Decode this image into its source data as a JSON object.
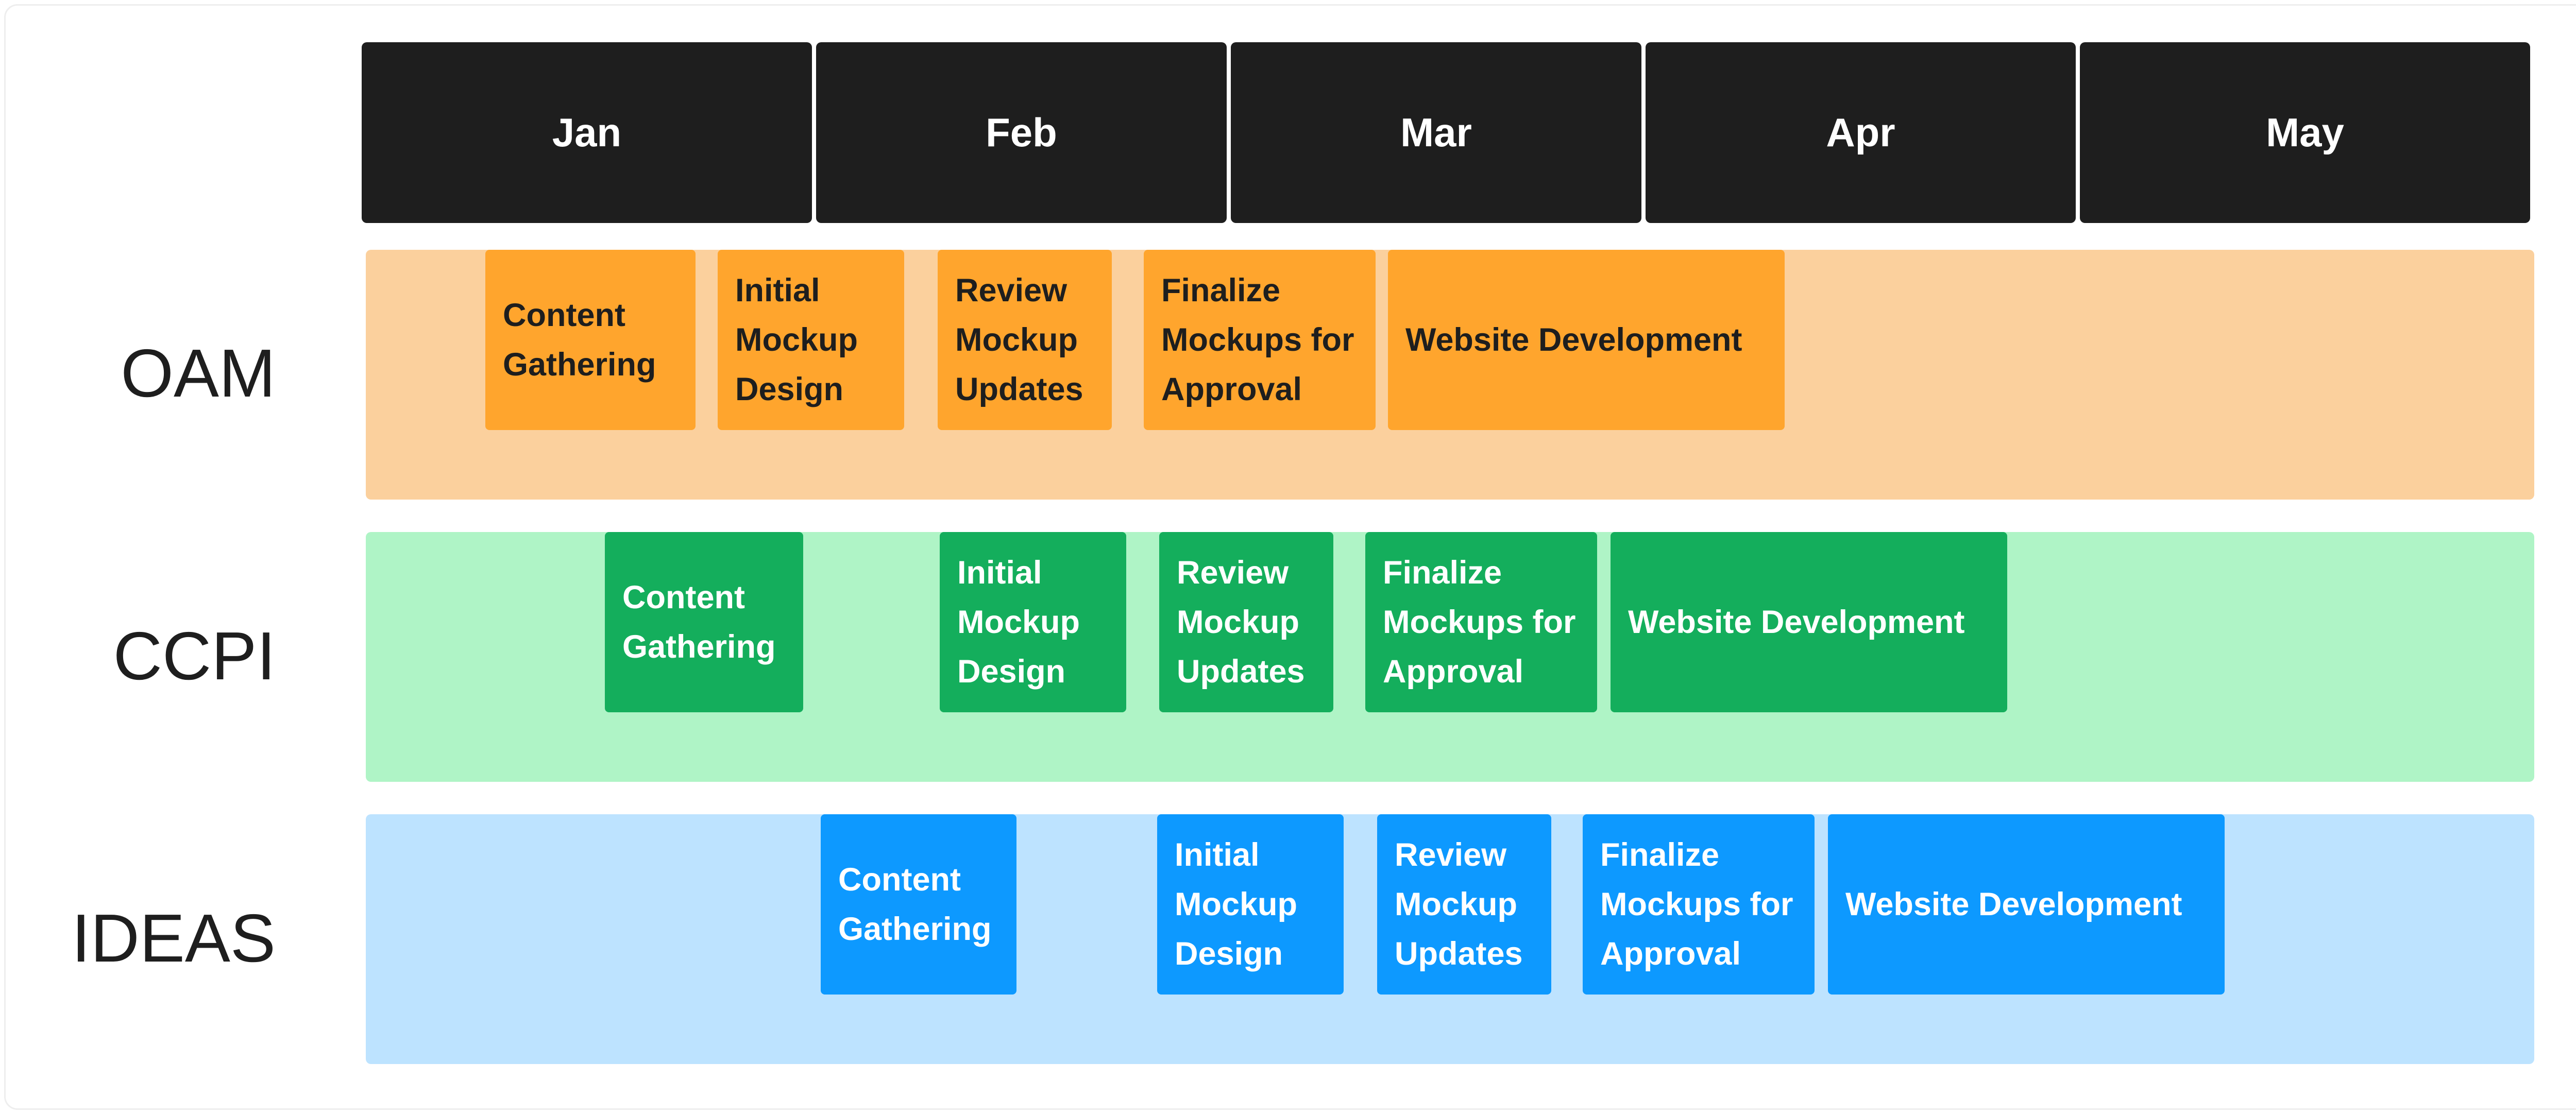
{
  "months": [
    "Jan",
    "Feb",
    "Mar",
    "Apr",
    "May"
  ],
  "lanes": [
    {
      "label": "OAM",
      "color": "#fbd09d",
      "task_color": "#ffa52d",
      "text_color": "#1e1e1e",
      "tasks": [
        "Content\nGathering",
        "Initial\nMockup\nDesign",
        "Review\nMockup\nUpdates",
        "Finalize\nMockups for\nApproval",
        "Website Development"
      ]
    },
    {
      "label": "CCPI",
      "color": "#aff4c6",
      "task_color": "#14ae5c",
      "text_color": "#ffffff",
      "tasks": [
        "Content\nGathering",
        "Initial\nMockup\nDesign",
        "Review\nMockup\nUpdates",
        "Finalize\nMockups for\nApproval",
        "Website Development"
      ]
    },
    {
      "label": "IDEAS",
      "color": "#bde3ff",
      "task_color": "#0d99ff",
      "text_color": "#ffffff",
      "tasks": [
        "Content\nGathering",
        "Initial\nMockup\nDesign",
        "Review\nMockup\nUpdates",
        "Finalize\nMockups for\nApproval",
        "Website Development"
      ]
    }
  ]
}
